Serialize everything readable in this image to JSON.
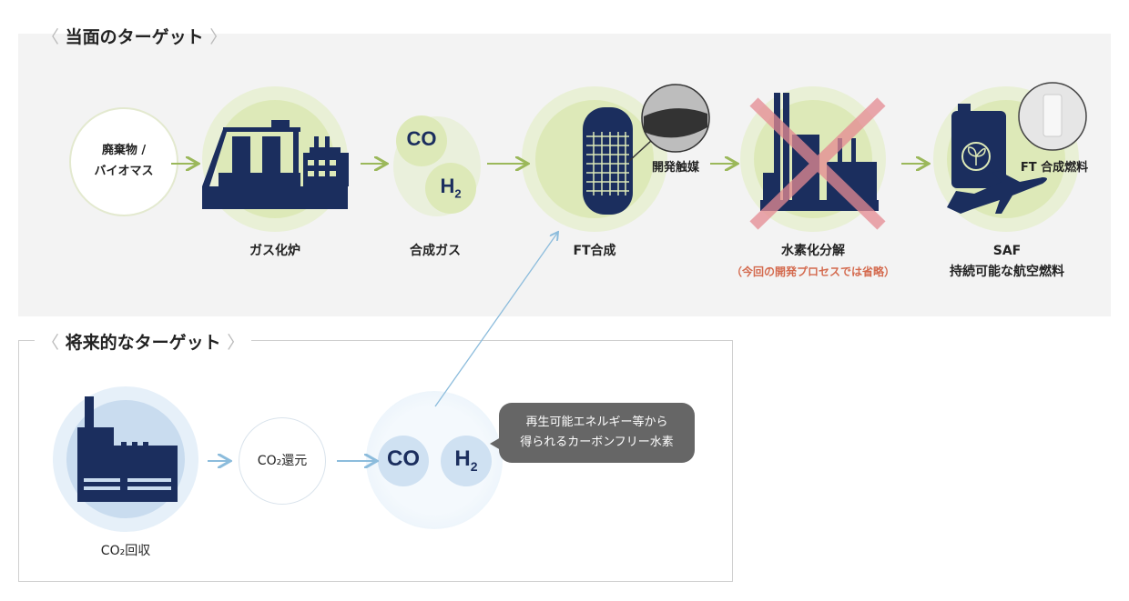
{
  "current": {
    "title": "当面のターゲット",
    "bracket_open": "〈",
    "bracket_close": "〉",
    "steps": [
      {
        "label_line1": "廃棄物 /",
        "label_line2": "バイオマス"
      },
      {
        "label": "ガス化炉"
      },
      {
        "label": "合成ガス",
        "co": "CO",
        "h2": "H",
        "h2_sub": "2"
      },
      {
        "label": "FT合成",
        "photo_label": "開発触媒"
      },
      {
        "label": "水素化分解",
        "note": "（今回の開発プロセスでは省略）"
      },
      {
        "label": "SAF",
        "label2": "持続可能な航空燃料",
        "photo_label": "FT 合成燃料"
      }
    ]
  },
  "future": {
    "title": "将来的なターゲット",
    "steps": [
      {
        "label": "CO₂回収"
      },
      {
        "label": "CO₂還元"
      },
      {
        "co": "CO",
        "h2": "H",
        "h2_sub": "2"
      }
    ],
    "bubble_line1": "再生可能エネルギー等から",
    "bubble_line2": "得られるカーボンフリー水素"
  },
  "colors": {
    "navy": "#1b2e5e",
    "green": "#dde9b8",
    "blue": "#cfe1f2",
    "cross": "#e58a92"
  }
}
